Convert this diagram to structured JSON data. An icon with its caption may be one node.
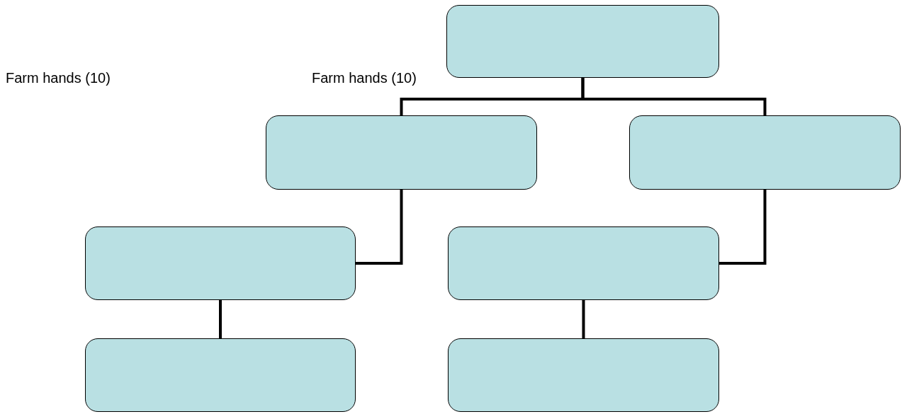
{
  "diagram": {
    "nodes": [
      {
        "text": [],
        "shape": "box"
      },
      {
        "text": [],
        "shape": "box"
      },
      {
        "text": [],
        "shape": "box"
      },
      {
        "text": [],
        "shape": "box"
      },
      {
        "text": [],
        "shape": "box"
      },
      {
        "text": [],
        "shape": "box"
      },
      {
        "text": [],
        "shape": "box"
      }
    ],
    "edges": [
      {
        "from": 0,
        "to": 1,
        "arrow": "none"
      },
      {
        "from": 0,
        "to": 2,
        "arrow": "none"
      },
      {
        "from": 1,
        "to": 3,
        "arrow": "none"
      },
      {
        "from": 2,
        "to": 4,
        "arrow": "none"
      },
      {
        "from": 3,
        "to": 5,
        "arrow": "none"
      },
      {
        "from": 4,
        "to": 6,
        "arrow": "none"
      }
    ],
    "labels": [
      "Farm hands (10)",
      "Farm hands (10)"
    ]
  }
}
